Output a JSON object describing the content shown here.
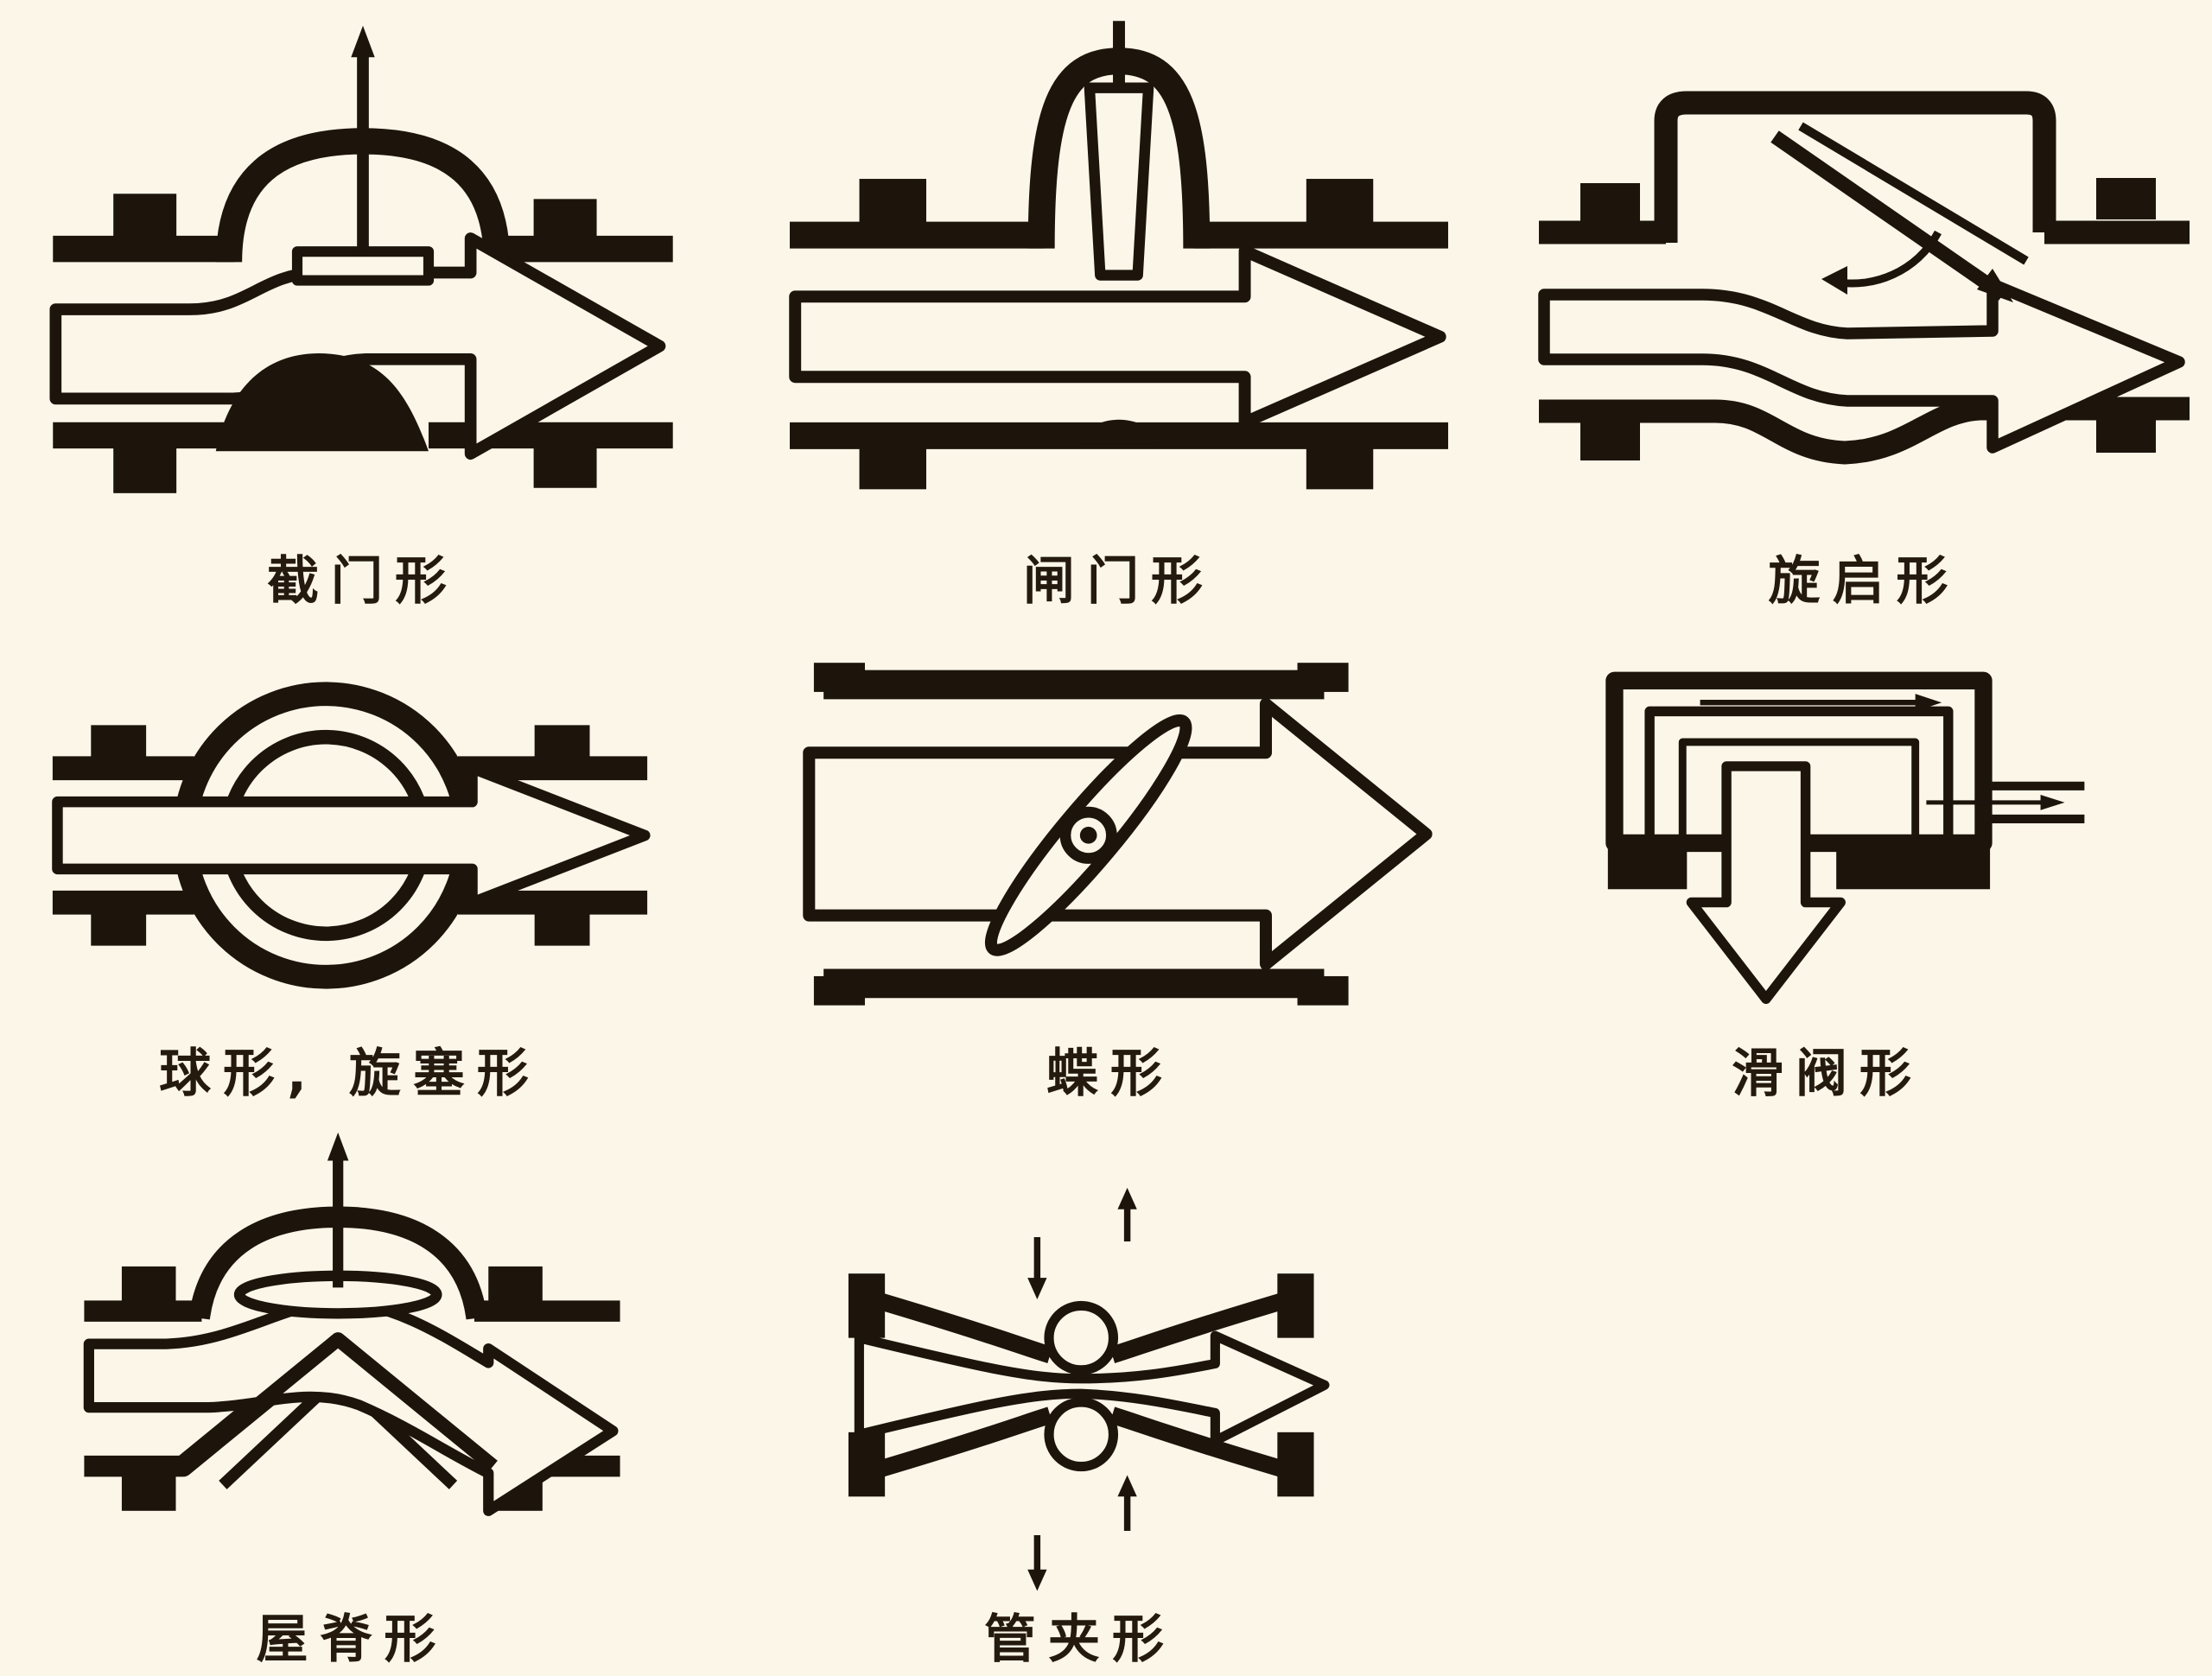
{
  "colors": {
    "paper": "#fcf6e8",
    "ink": "#1d150c",
    "label": "#241a0e"
  },
  "figure": {
    "items": [
      {
        "name": "globe-valve",
        "label": "截门形"
      },
      {
        "name": "gate-valve",
        "label": "闸门形"
      },
      {
        "name": "swing-check-valve",
        "label": "旋启形"
      },
      {
        "name": "ball-plug-valve",
        "label": "球形, 旋塞形"
      },
      {
        "name": "butterfly-valve",
        "label": "蝶形"
      },
      {
        "name": "slide-valve",
        "label": "滑阀形"
      },
      {
        "name": "weir-diaphragm-valve",
        "label": "屋脊形"
      },
      {
        "name": "pinch-valve",
        "label": "管夹形"
      }
    ]
  }
}
